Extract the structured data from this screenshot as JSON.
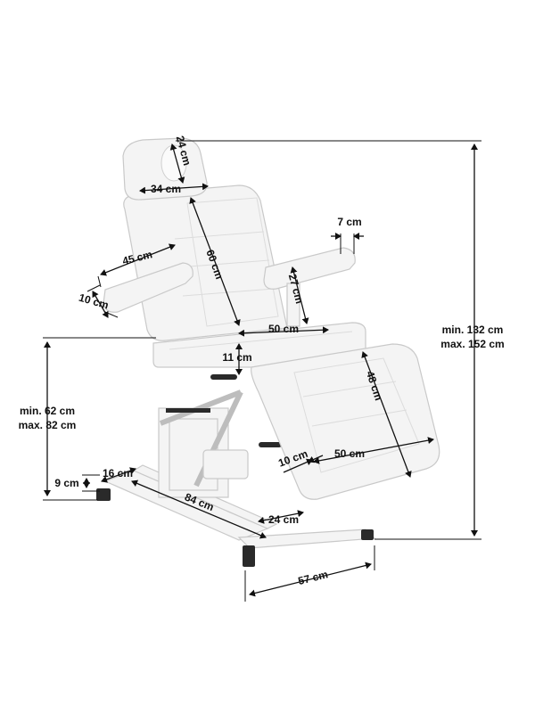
{
  "colors": {
    "background": "#ffffff",
    "chair": "#f4f4f4",
    "outline": "#c9c9c9",
    "dimension": "#111111",
    "feet": "#2a2a2a"
  },
  "dimensions": {
    "headrest_height": "24 cm",
    "headrest_width": "34 cm",
    "armrest_gap": "7 cm",
    "armrest_length": "45 cm",
    "backrest_length": "60 cm",
    "armrest_width": "10 cm",
    "armrest_height": "27 cm",
    "seat_width": "50 cm",
    "total_height_min": "min. 132 cm",
    "total_height_max": "max. 152 cm",
    "seat_thickness": "11 cm",
    "seat_height_min": "min. 62 cm",
    "seat_height_max": "max. 82 cm",
    "leg_length": "48 cm",
    "leg_gap": "10 cm",
    "leg_width": "50 cm",
    "foot_height": "9 cm",
    "foot_width": "16 cm",
    "base_length": "84 cm",
    "base_beam_width": "24 cm",
    "base_width": "57 cm"
  }
}
